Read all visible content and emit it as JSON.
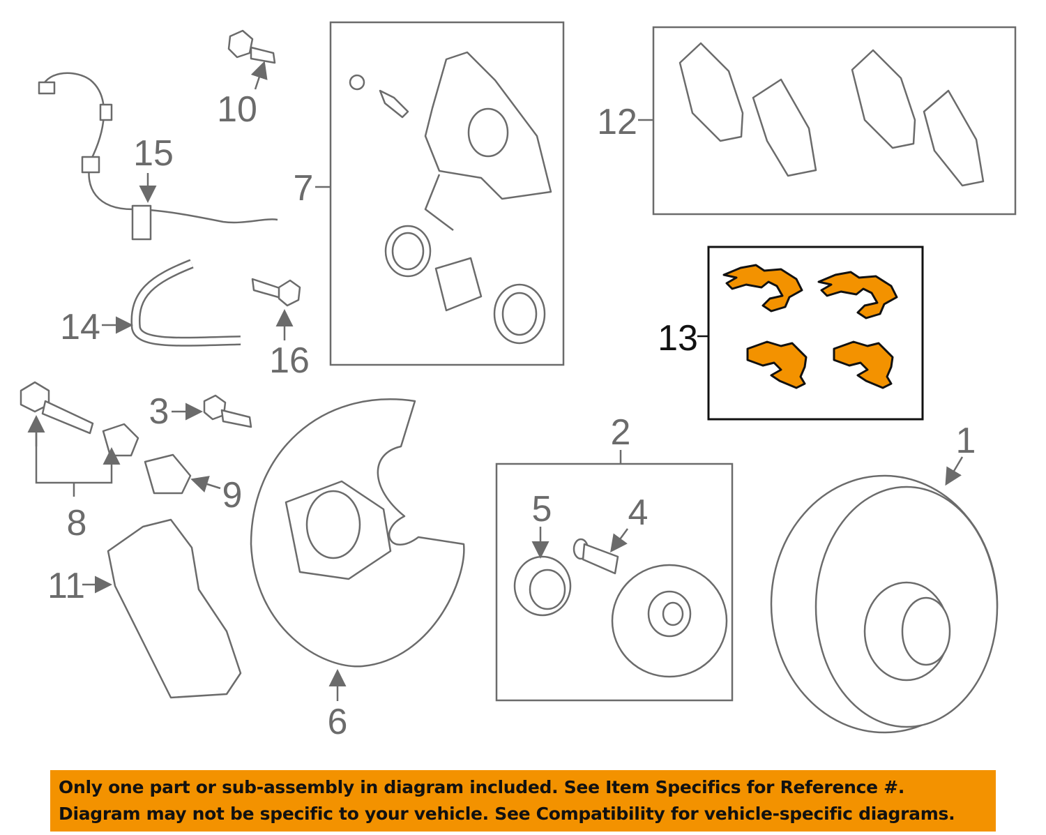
{
  "diagram": {
    "callouts": {
      "c1": "1",
      "c2": "2",
      "c3": "3",
      "c4": "4",
      "c5": "5",
      "c6": "6",
      "c7": "7",
      "c8": "8",
      "c9": "9",
      "c10": "10",
      "c11": "11",
      "c12": "12",
      "c13": "13",
      "c14": "14",
      "c15": "15",
      "c16": "16"
    },
    "highlighted_part": "13",
    "colors": {
      "highlight": "#f39200",
      "line": "#6b6b6b",
      "banner": "#f39200"
    }
  },
  "banner": {
    "line1": "Only one part or sub-assembly in diagram included. See Item Specifics for Reference #.",
    "line2": "Diagram may not be specific to your vehicle. See Compatibility for vehicle-specific diagrams."
  }
}
